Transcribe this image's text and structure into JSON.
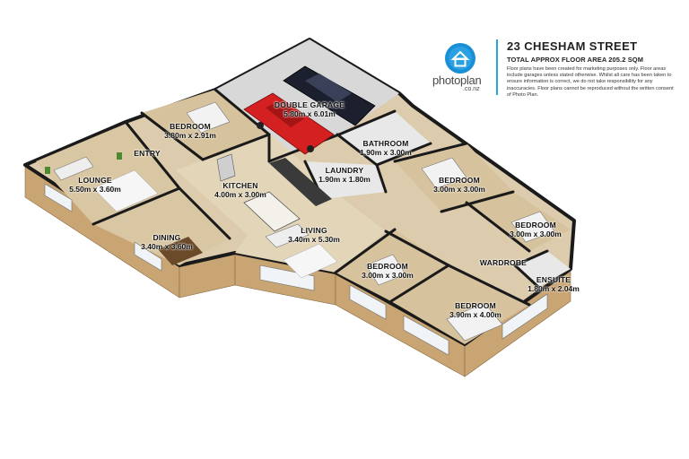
{
  "header": {
    "address": "23 CHESHAM STREET",
    "area": "TOTAL APPROX FLOOR AREA 205.2 SQM",
    "disclaimer": "Floor plans have been created for marketing purposes only. Floor areas include garages unless stated otherwise. Whilst all care has been taken to ensure information is correct, we do not take responsibility for any inaccuracies. Floor plans cannot be reproduced without the written consent of Photo Plan."
  },
  "brand": {
    "name": "photoplan",
    "suffix": ".co.nz",
    "icon": "house-icon",
    "color": "#1a8fd6"
  },
  "colors": {
    "floor": "#dcccad",
    "wall": "#1a1a1a",
    "exterior": "#c9a574",
    "car_red": "#d42020",
    "car_dark": "#1c1f2e"
  },
  "rooms": [
    {
      "id": "double-garage",
      "name": "DOUBLE GARAGE",
      "dims": "5.80m x 6.01m"
    },
    {
      "id": "bedroom-top-left",
      "name": "BEDROOM",
      "dims": "3.80m x 2.91m"
    },
    {
      "id": "bathroom",
      "name": "BATHROOM",
      "dims": "1.90m x 3.00m"
    },
    {
      "id": "entry",
      "name": "ENTRY",
      "dims": ""
    },
    {
      "id": "lounge",
      "name": "LOUNGE",
      "dims": "5.50m x 3.60m"
    },
    {
      "id": "kitchen",
      "name": "KITCHEN",
      "dims": "4.00m x 3.00m"
    },
    {
      "id": "laundry",
      "name": "LAUNDRY",
      "dims": "1.90m x 1.80m"
    },
    {
      "id": "bedroom-right-upper",
      "name": "BEDROOM",
      "dims": "3.00m x 3.00m"
    },
    {
      "id": "bedroom-right",
      "name": "BEDROOM",
      "dims": "3.00m x 3.00m"
    },
    {
      "id": "dining",
      "name": "DINING",
      "dims": "3.40m x 3.60m"
    },
    {
      "id": "living",
      "name": "LIVING",
      "dims": "3.40m x 5.30m"
    },
    {
      "id": "wardrobe",
      "name": "WARDROBE",
      "dims": ""
    },
    {
      "id": "bedroom-center",
      "name": "BEDROOM",
      "dims": "3.00m x 3.00m"
    },
    {
      "id": "ensuite",
      "name": "ENSUITE",
      "dims": "1.80m x 2.04m"
    },
    {
      "id": "bedroom-master",
      "name": "BEDROOM",
      "dims": "3.90m x 4.00m"
    }
  ]
}
